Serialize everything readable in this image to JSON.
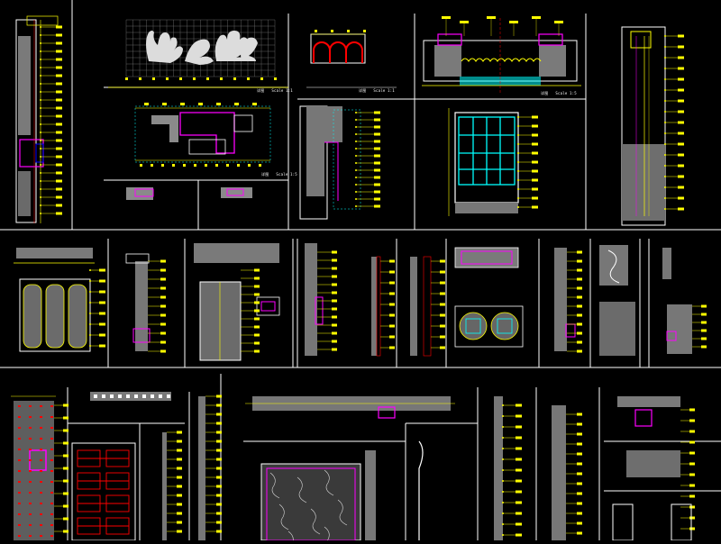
{
  "drawing_sheet": {
    "background": "#000000",
    "palette": {
      "annotation": "#ffff00",
      "border": "#ffffff",
      "section_line": "#ff0000",
      "outline": "#0000ff",
      "detail": "#ff00ff",
      "glass": "#00ffff",
      "hatch": "#00ff00",
      "fill": "#9a9a9a"
    },
    "panel_captions": {
      "ornament_grille": {
        "title": "详图",
        "scale": "Scale 1:1"
      },
      "arch_motif": {
        "title": "详图",
        "scale": "Scale 1:1"
      },
      "cabinet_section": {
        "title": "详图",
        "scale": "Scale 1:5"
      },
      "window_section": {
        "title": "详图",
        "scale": "Scale 1:5"
      }
    }
  }
}
